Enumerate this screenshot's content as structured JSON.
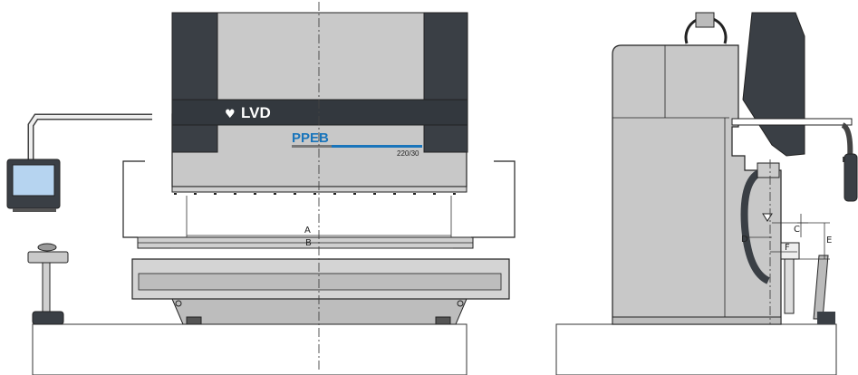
{
  "brand": {
    "logo_text": "LVD",
    "model": "PPEB",
    "size": "220/30"
  },
  "dimensions": {
    "front": [
      "A",
      "B"
    ],
    "side": [
      "C",
      "D",
      "E",
      "F"
    ]
  },
  "colors": {
    "frame_dark": "#3a3f45",
    "body_grey": "#c8c8c8",
    "panel_light": "#d8d8d8",
    "accent_blue": "#1a75bb",
    "screen_blue": "#b6d4f0",
    "line": "#1b1b1b"
  },
  "icons": {
    "logo_mark": "lvd-logo-icon"
  }
}
